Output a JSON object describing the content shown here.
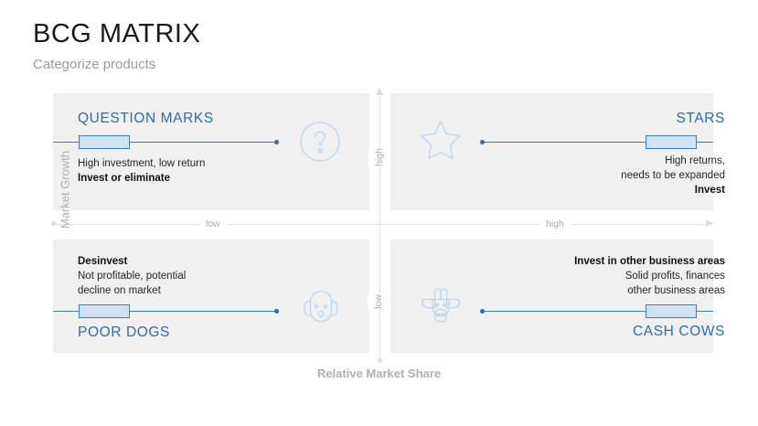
{
  "header": {
    "title": "BCG MATRIX",
    "subtitle": "Categorize products"
  },
  "axes": {
    "y_title": "Market Growth",
    "x_title": "Relative Market Share",
    "x_low": "low",
    "x_high": "high",
    "y_high": "high",
    "y_low": "low"
  },
  "quadrants": {
    "question_marks": {
      "title": "QUESTION MARKS",
      "desc_normal": "High investment, low return",
      "desc_bold": "Invest or eliminate",
      "icon": "question-mark-circle-icon"
    },
    "stars": {
      "title": "STARS",
      "desc_line1": "High returns,",
      "desc_line2": "needs to be expanded",
      "desc_bold": "Invest",
      "icon": "star-icon"
    },
    "poor_dogs": {
      "title": "POOR DOGS",
      "desc_bold": "Desinvest",
      "desc_line1": "Not profitable, potential",
      "desc_line2": "decline on market",
      "icon": "dog-face-icon"
    },
    "cash_cows": {
      "title": "CASH COWS",
      "desc_bold": "Invest in other business areas",
      "desc_line1": "Solid profits, finances",
      "desc_line2": "other business areas",
      "icon": "cow-face-icon"
    }
  },
  "colors": {
    "accent_blue": "#2e6da4",
    "line_blue": "#3d7fb8",
    "handle_fill": "#cfe2f3",
    "quadrant_bg": "#f0f0f0",
    "axis_grey": "#e2e2e2",
    "muted_text": "#b0b0b0"
  }
}
